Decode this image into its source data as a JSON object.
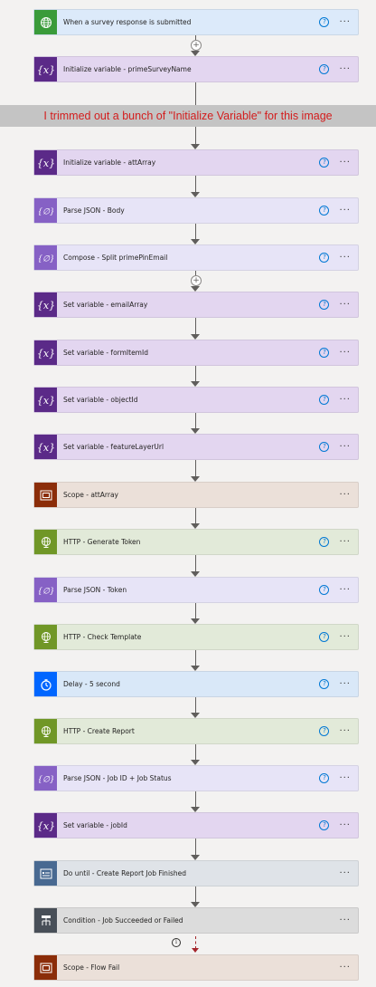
{
  "steps": [
    {
      "type": "trigger",
      "icon": "globe-icon",
      "title": "When a survey response is submitted",
      "help": "?",
      "more": "···"
    },
    {
      "type": "var",
      "icon": "variable-icon",
      "title": "Initialize variable - primeSurveyName",
      "help": "?",
      "more": "···"
    },
    {
      "type": "var",
      "icon": "variable-icon",
      "title": "Initialize variable - attArray",
      "help": "?",
      "more": "···"
    },
    {
      "type": "dop",
      "icon": "data-operation-icon",
      "title": "Parse JSON - Body",
      "help": "?",
      "more": "···"
    },
    {
      "type": "dop",
      "icon": "data-operation-icon",
      "title": "Compose - Split primePinEmail",
      "help": "?",
      "more": "···"
    },
    {
      "type": "var",
      "icon": "variable-icon",
      "title": "Set variable - emailArray",
      "help": "?",
      "more": "···"
    },
    {
      "type": "var",
      "icon": "variable-icon",
      "title": "Set variable - formItemId",
      "help": "?",
      "more": "···"
    },
    {
      "type": "var",
      "icon": "variable-icon",
      "title": "Set variable - objectId",
      "help": "?",
      "more": "···"
    },
    {
      "type": "var",
      "icon": "variable-icon",
      "title": "Set variable - featureLayerUrl",
      "help": "?",
      "more": "···"
    },
    {
      "type": "scope",
      "icon": "scope-icon",
      "title": "Scope - attArray",
      "help": "",
      "more": "···"
    },
    {
      "type": "http",
      "icon": "http-globe-icon",
      "title": "HTTP - Generate Token",
      "help": "?",
      "more": "···"
    },
    {
      "type": "dop",
      "icon": "data-operation-icon",
      "title": "Parse JSON - Token",
      "help": "?",
      "more": "···"
    },
    {
      "type": "http",
      "icon": "http-globe-icon",
      "title": "HTTP - Check Template",
      "help": "?",
      "more": "···"
    },
    {
      "type": "delay",
      "icon": "stopwatch-icon",
      "title": "Delay - 5 second",
      "help": "?",
      "more": "···"
    },
    {
      "type": "http",
      "icon": "http-globe-icon",
      "title": "HTTP - Create Report",
      "help": "?",
      "more": "···"
    },
    {
      "type": "dop",
      "icon": "data-operation-icon",
      "title": "Parse JSON - Job ID + Job Status",
      "help": "?",
      "more": "···"
    },
    {
      "type": "var",
      "icon": "variable-icon",
      "title": "Set variable - jobId",
      "help": "?",
      "more": "···"
    },
    {
      "type": "until",
      "icon": "loop-icon",
      "title": "Do until - Create Report Job Finished",
      "help": "",
      "more": "···"
    },
    {
      "type": "cond",
      "icon": "condition-icon",
      "title": "Condition - Job Succeeded or Failed",
      "help": "",
      "more": "···"
    },
    {
      "type": "scope",
      "icon": "scope-icon",
      "title": "Scope - Flow Fail",
      "help": "",
      "more": "···"
    }
  ],
  "banner_text": "I trimmed out a bunch of \"Initialize Variable\" for this image",
  "insert_symbol": "+",
  "info_symbol": "i",
  "colors": {
    "trigger": "#dceafa",
    "var": "#e3d6f0",
    "dop": "#e7e4f7",
    "scope": "#ebe0d9",
    "http": "#e2ead9",
    "delay": "#d9e8f8",
    "until": "#dfe3e8",
    "cond": "#dcdcdc",
    "help": "#0078d4",
    "annotation": "#d31d1d",
    "run_after": "#a4262c"
  }
}
